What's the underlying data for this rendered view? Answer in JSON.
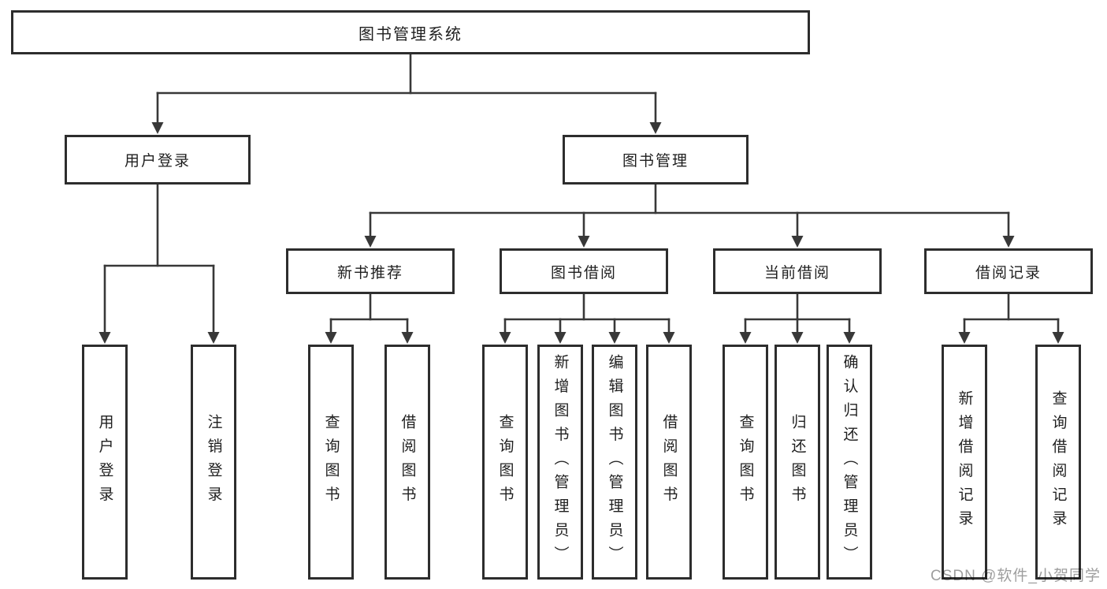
{
  "theme": {
    "line": "#383838",
    "border": "#2d2d2d",
    "text": "#1f1f1f",
    "background": "#ffffff",
    "watermark": "#9e9e9e"
  },
  "watermark": {
    "text": "CSDN @软件_小贺同学"
  },
  "tree": {
    "root": {
      "label": "图书管理系统"
    },
    "branches": [
      {
        "label": "用户登录",
        "children": [
          {
            "label": "用户登录"
          },
          {
            "label": "注销登录"
          }
        ]
      },
      {
        "label": "图书管理",
        "children": [
          {
            "label": "新书推荐",
            "children": [
              {
                "label": "查询图书"
              },
              {
                "label": "借阅图书"
              }
            ]
          },
          {
            "label": "图书借阅",
            "children": [
              {
                "label": "查询图书"
              },
              {
                "label": "新增图书（管理员）"
              },
              {
                "label": "编辑图书（管理员）"
              },
              {
                "label": "借阅图书"
              }
            ]
          },
          {
            "label": "当前借阅",
            "children": [
              {
                "label": "查询图书"
              },
              {
                "label": "归还图书"
              },
              {
                "label": "确认归还（管理员）"
              }
            ]
          },
          {
            "label": "借阅记录",
            "children": [
              {
                "label": "新增借阅记录"
              },
              {
                "label": "查询借阅记录"
              }
            ]
          }
        ]
      }
    ]
  }
}
